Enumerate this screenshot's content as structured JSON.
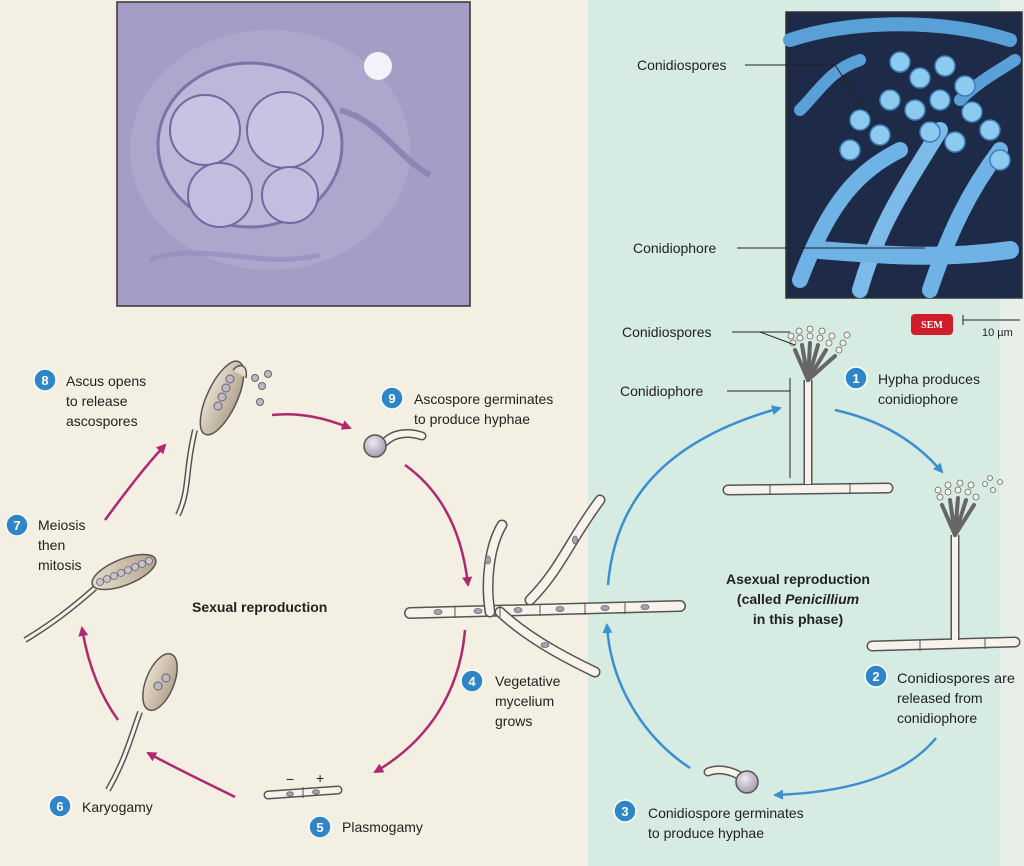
{
  "photos": {
    "sem_badge": "SEM",
    "scale_bar": "10 µm",
    "label_conidiospores": "Conidiospores",
    "label_conidiophore": "Conidiophore"
  },
  "diagram": {
    "sexual_title": "Sexual reproduction",
    "asexual_title_line1": "Asexual reproduction",
    "asexual_title_line2_pre": "(called ",
    "asexual_title_line2_italic": "Penicillium",
    "asexual_title_line3": "in this phase)",
    "label_conidiospores": "Conidiospores",
    "label_conidiophore": "Conidiophore",
    "plasmogamy_minus": "−",
    "plasmogamy_plus": "+",
    "steps": [
      {
        "num": "1",
        "lines": [
          "Hypha produces",
          "conidiophore"
        ]
      },
      {
        "num": "2",
        "lines": [
          "Conidiospores are",
          "released from",
          "conidiophore"
        ]
      },
      {
        "num": "3",
        "lines": [
          "Conidiospore germinates",
          "to produce hyphae"
        ]
      },
      {
        "num": "4",
        "lines": [
          "Vegetative",
          "mycelium",
          "grows"
        ]
      },
      {
        "num": "5",
        "lines": [
          "Plasmogamy"
        ]
      },
      {
        "num": "6",
        "lines": [
          "Karyogamy"
        ]
      },
      {
        "num": "7",
        "lines": [
          "Meiosis",
          "then",
          "mitosis"
        ]
      },
      {
        "num": "8",
        "lines": [
          "Ascus opens",
          "to release",
          "ascospores"
        ]
      },
      {
        "num": "9",
        "lines": [
          "Ascospore germinates",
          "to produce hyphae"
        ]
      }
    ]
  },
  "colors": {
    "sexual_arrow": "#b0286e",
    "asexual_arrow": "#3b8fd1",
    "step_circle": "#2e86c9",
    "sem_badge": "#d11d2a",
    "asexual_panel": "#d6ebe1",
    "sexual_panel": "#f3efe2"
  }
}
